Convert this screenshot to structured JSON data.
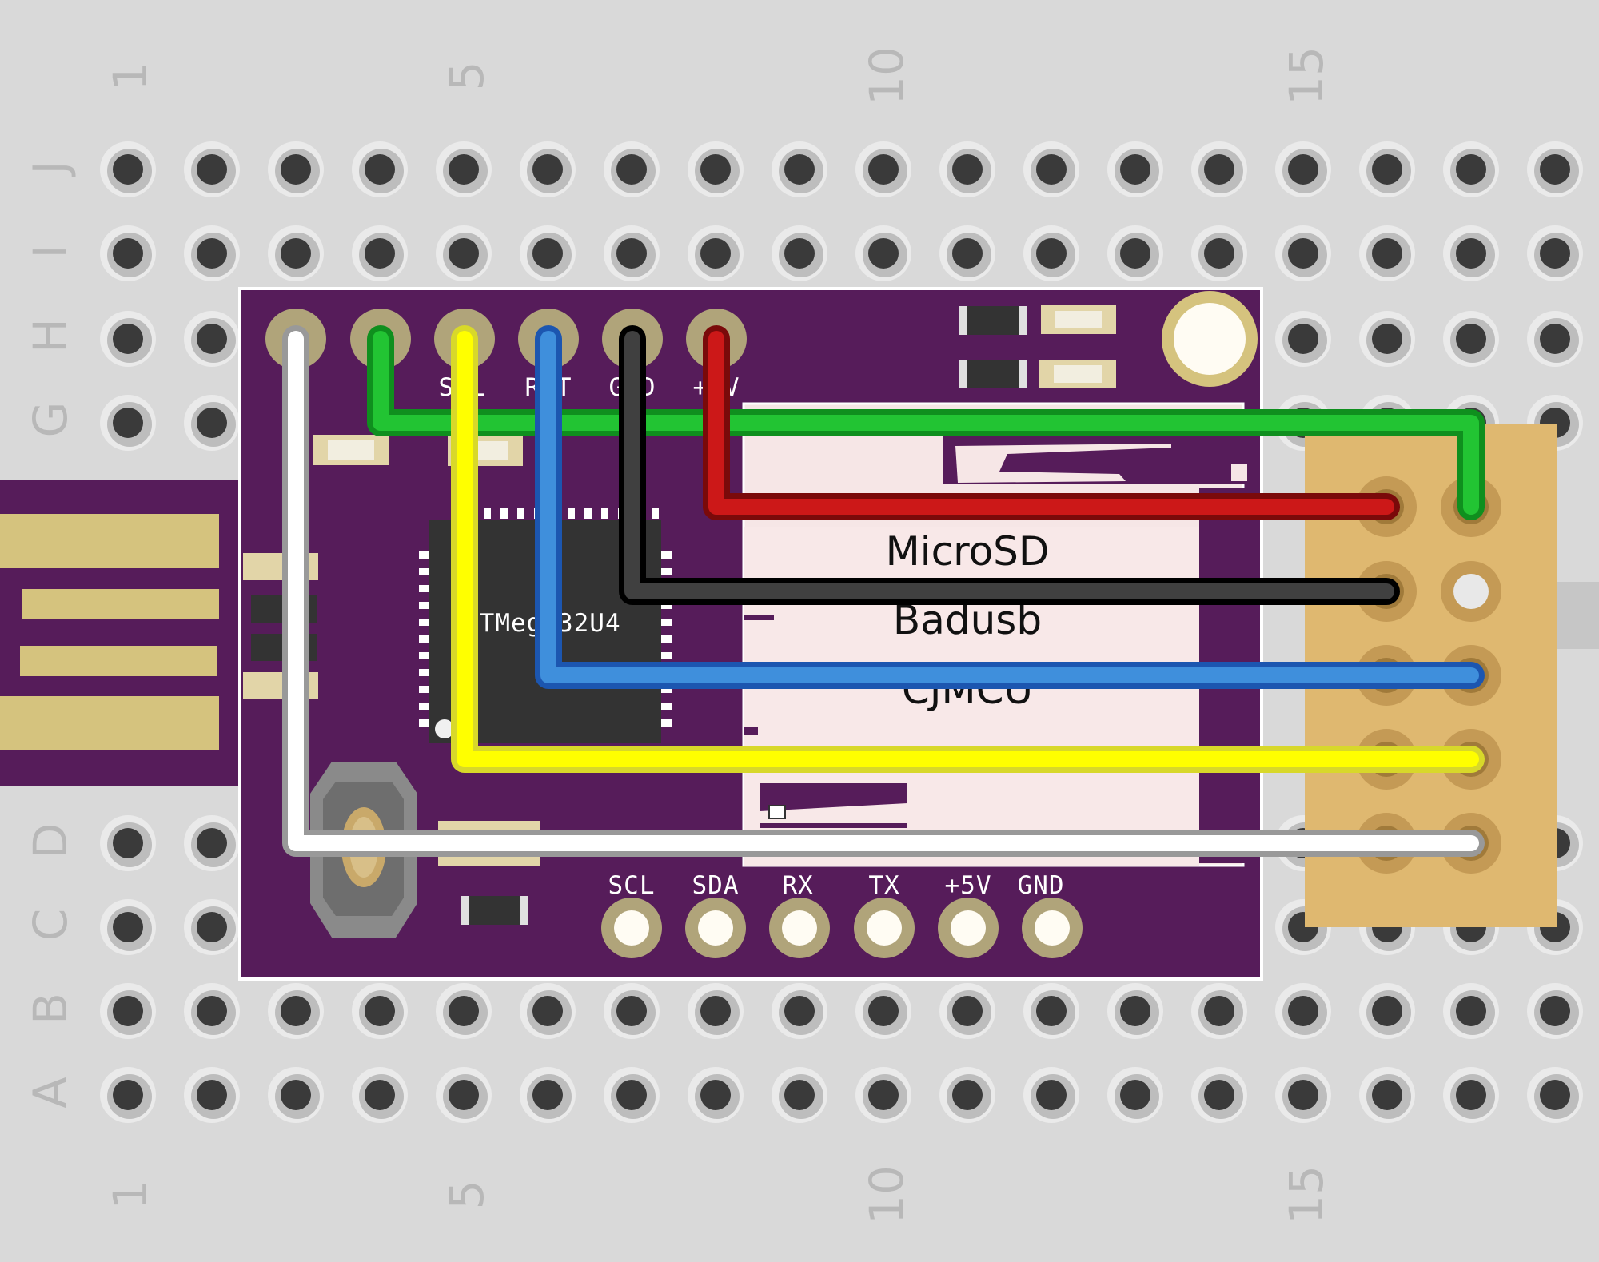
{
  "breadboard": {
    "column_numbers": [
      "1",
      "5",
      "10",
      "15"
    ],
    "row_letters": [
      "J",
      "I",
      "H",
      "G",
      "D",
      "C",
      "B",
      "A"
    ]
  },
  "board": {
    "top_pin_labels": [
      "SCL",
      "RST",
      "GND",
      "+5V"
    ],
    "bottom_pin_labels": [
      "SCL",
      "SDA",
      "RX",
      "TX",
      "+5V",
      "GND"
    ],
    "chip_label": "ATMega32U4",
    "sd_lines": [
      "MicroSD",
      "Badusb",
      "CJMCU"
    ]
  },
  "wires": [
    {
      "name": "white",
      "color": "#ffffff",
      "edge": "#999999"
    },
    {
      "name": "green",
      "color": "#22c433",
      "edge": "#0f8f1e"
    },
    {
      "name": "yellow",
      "color": "#ffff00",
      "edge": "#d8d82a"
    },
    {
      "name": "blue",
      "color": "#3f8fdc",
      "edge": "#1c56b0"
    },
    {
      "name": "black",
      "color": "#404040",
      "edge": "#000000"
    },
    {
      "name": "red",
      "color": "#cc1818",
      "edge": "#7a0a0a"
    }
  ],
  "colors": {
    "breadboard": "#d9d9d9",
    "pcb": "#561c5a",
    "pad_gold": "#d5c37e",
    "connector": "#dfb870"
  }
}
